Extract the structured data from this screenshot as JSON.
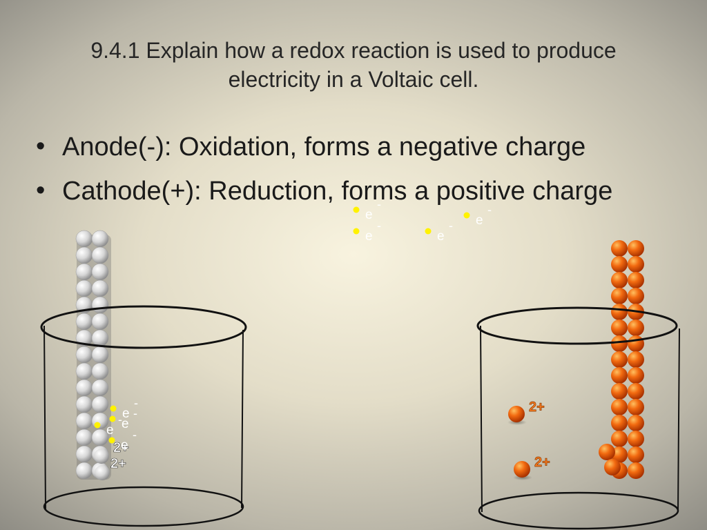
{
  "slide": {
    "title_line1": "9.4.1  Explain how a redox reaction is used to produce",
    "title_line2": "electricity in a Voltaic cell.",
    "bullet_glyph": "•",
    "bullets": [
      "Anode(-): Oxidation, forms a negative charge",
      "Cathode(+): Reduction, forms a positive charge"
    ]
  },
  "diagram": {
    "electron_symbol": "e",
    "electron_charge": "-",
    "ion_charge_label": "2+",
    "colors": {
      "anode_metal": "#d0d0d0",
      "cathode_metal": "#f26a10",
      "electron": "#fff200",
      "beaker_line": "#111111"
    }
  }
}
